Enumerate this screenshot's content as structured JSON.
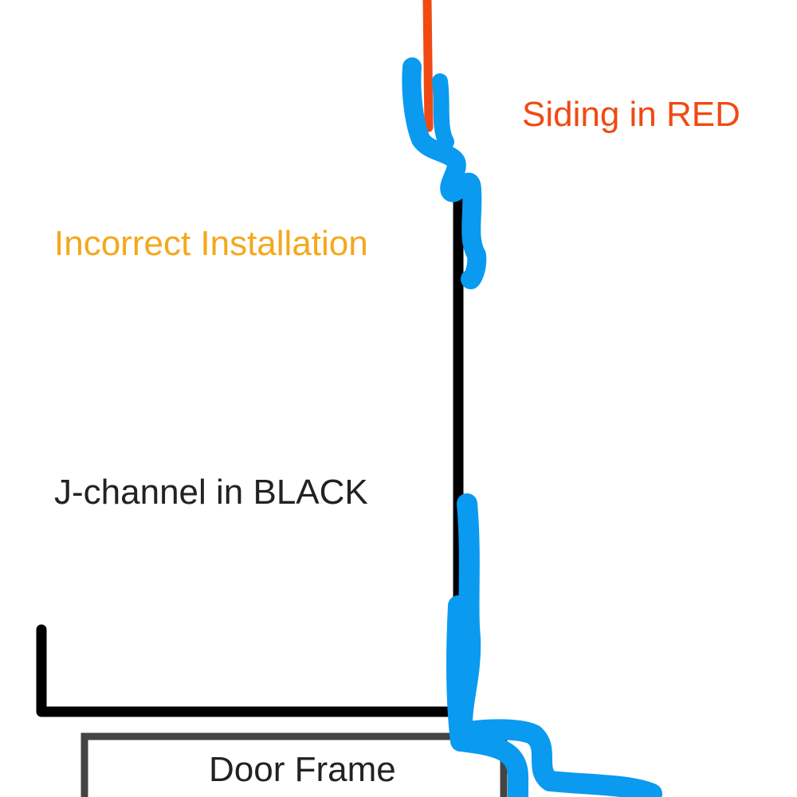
{
  "labels": {
    "siding": "Siding in RED",
    "incorrect": "Incorrect Installation",
    "jchannel": "J-channel in BLACK",
    "door_frame": "Door Frame"
  },
  "colors": {
    "siding": "#f04a12",
    "incorrect": "#f4a81c",
    "jchannel": "#000000",
    "water_path": "#0a9af0",
    "door_frame_border": "#444444",
    "text": "#222222",
    "background": "#ffffff"
  }
}
